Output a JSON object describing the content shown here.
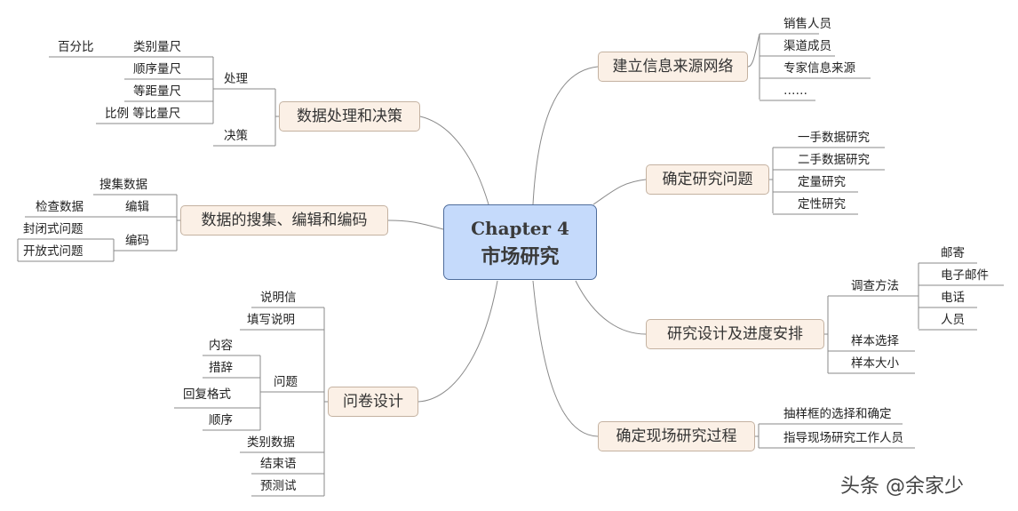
{
  "center": {
    "line1": "Chapter 4",
    "line2": "市场研究"
  },
  "topics": {
    "info_network": "建立信息来源网络",
    "research_problem": "确定研究问题",
    "design_schedule": "研究设计及进度安排",
    "field_process": "确定现场研究过程",
    "data_processing": "数据处理和决策",
    "data_collection": "数据的搜集、编辑和编码",
    "questionnaire": "问卷设计"
  },
  "info_network": {
    "items": [
      "销售人员",
      "渠道成员",
      "专家信息来源",
      "……"
    ]
  },
  "research_problem": {
    "items": [
      "一手数据研究",
      "二手数据研究",
      "定量研究",
      "定性研究"
    ]
  },
  "design_schedule": {
    "survey_method": "调查方法",
    "methods": [
      "邮寄",
      "电子邮件",
      "电话",
      "人员"
    ],
    "sample_selection": "样本选择",
    "sample_size": "样本大小"
  },
  "field_process": {
    "items": [
      "抽样框的选择和确定",
      "指导现场研究工作人员"
    ]
  },
  "data_processing": {
    "processing": "处理",
    "decision": "决策",
    "scales": [
      "类别量尺",
      "顺序量尺",
      "等距量尺",
      "比例 等比量尺"
    ],
    "percent": "百分比"
  },
  "data_collection": {
    "collect": "搜集数据",
    "edit": "编辑",
    "check": "检查数据",
    "code": "编码",
    "closed": "封闭式问题",
    "open": "开放式问题"
  },
  "questionnaire": {
    "cover_letter": "说明信",
    "instructions": "填写说明",
    "questions": "问题",
    "question_items": [
      "内容",
      "措辞",
      "回复格式",
      "顺序"
    ],
    "category_data": "类别数据",
    "closing": "结束语",
    "pretest": "预测试"
  },
  "watermark": "头条 @余家少"
}
